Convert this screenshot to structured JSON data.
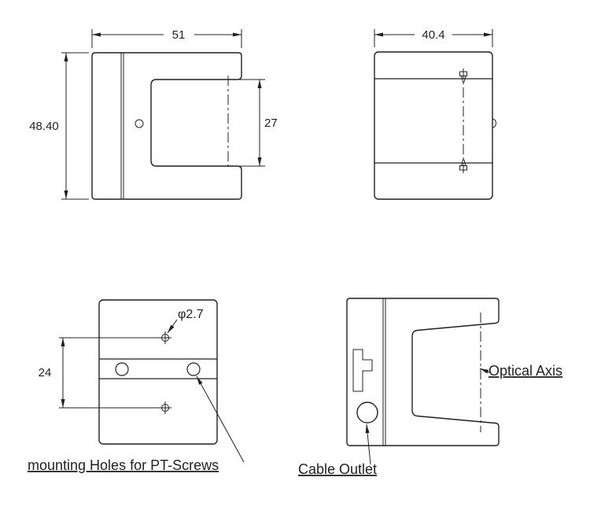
{
  "page": {
    "background": "#ffffff",
    "line_color": "#231f20"
  },
  "views": {
    "front": {
      "dims": {
        "width": "51",
        "height": "48.40",
        "slot_height": "27"
      }
    },
    "side": {
      "dims": {
        "depth": "40.4"
      }
    },
    "back": {
      "dims": {
        "hole_diameter": "φ2.7",
        "hole_spacing": "24"
      },
      "labels": {
        "mounting_holes": "mounting Holes for PT-Screws"
      }
    },
    "cable_side": {
      "labels": {
        "optical_axis": "Optical Axis",
        "cable_outlet": "Cable Outlet"
      }
    }
  }
}
